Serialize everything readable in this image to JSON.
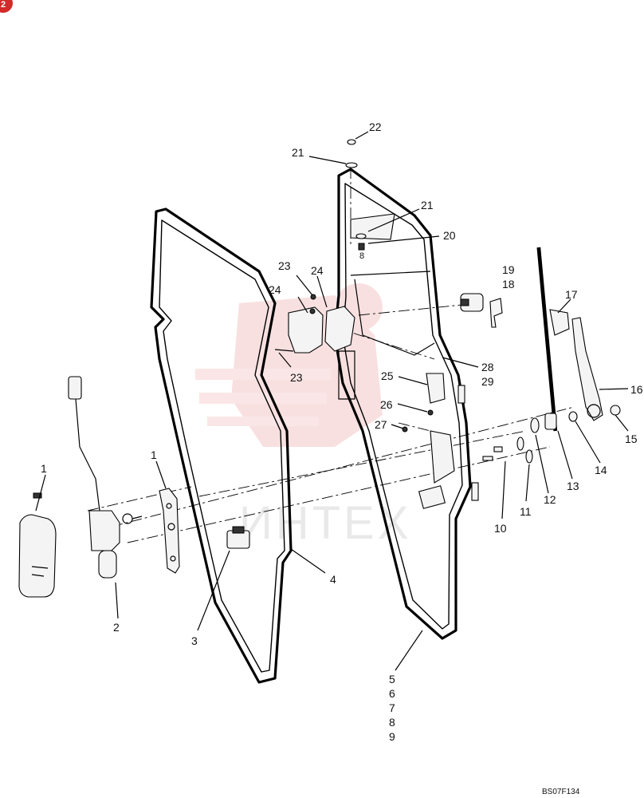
{
  "badge": "2",
  "drawing_code": "BS07F134",
  "watermark": "ИНТЕХ",
  "callouts": [
    {
      "id": "c22",
      "text": "22"
    },
    {
      "id": "c21a",
      "text": "21"
    },
    {
      "id": "c21b",
      "text": "21"
    },
    {
      "id": "c20",
      "text": "20"
    },
    {
      "id": "c8",
      "text": "8"
    },
    {
      "id": "c23a",
      "text": "23"
    },
    {
      "id": "c24a",
      "text": "24"
    },
    {
      "id": "c24b",
      "text": "24"
    },
    {
      "id": "c23b",
      "text": "23"
    },
    {
      "id": "c19",
      "text": "19"
    },
    {
      "id": "c18",
      "text": "18"
    },
    {
      "id": "c17",
      "text": "17"
    },
    {
      "id": "c28",
      "text": "28"
    },
    {
      "id": "c29",
      "text": "29"
    },
    {
      "id": "c25",
      "text": "25"
    },
    {
      "id": "c16",
      "text": "16"
    },
    {
      "id": "c26",
      "text": "26"
    },
    {
      "id": "c27",
      "text": "27"
    },
    {
      "id": "c15",
      "text": "15"
    },
    {
      "id": "c14",
      "text": "14"
    },
    {
      "id": "c13",
      "text": "13"
    },
    {
      "id": "c12",
      "text": "12"
    },
    {
      "id": "c11",
      "text": "11"
    },
    {
      "id": "c10",
      "text": "10"
    },
    {
      "id": "c1a",
      "text": "1"
    },
    {
      "id": "c1b",
      "text": "1"
    },
    {
      "id": "c2",
      "text": "2"
    },
    {
      "id": "c3",
      "text": "3"
    },
    {
      "id": "c4",
      "text": "4"
    },
    {
      "id": "c5",
      "text": "5"
    },
    {
      "id": "c6",
      "text": "6"
    },
    {
      "id": "c7",
      "text": "7"
    },
    {
      "id": "c8b",
      "text": "8"
    },
    {
      "id": "c9",
      "text": "9"
    }
  ],
  "colors": {
    "ink": "#000000",
    "watermark": "#f0c2c2",
    "badge": "#d42a2a"
  }
}
